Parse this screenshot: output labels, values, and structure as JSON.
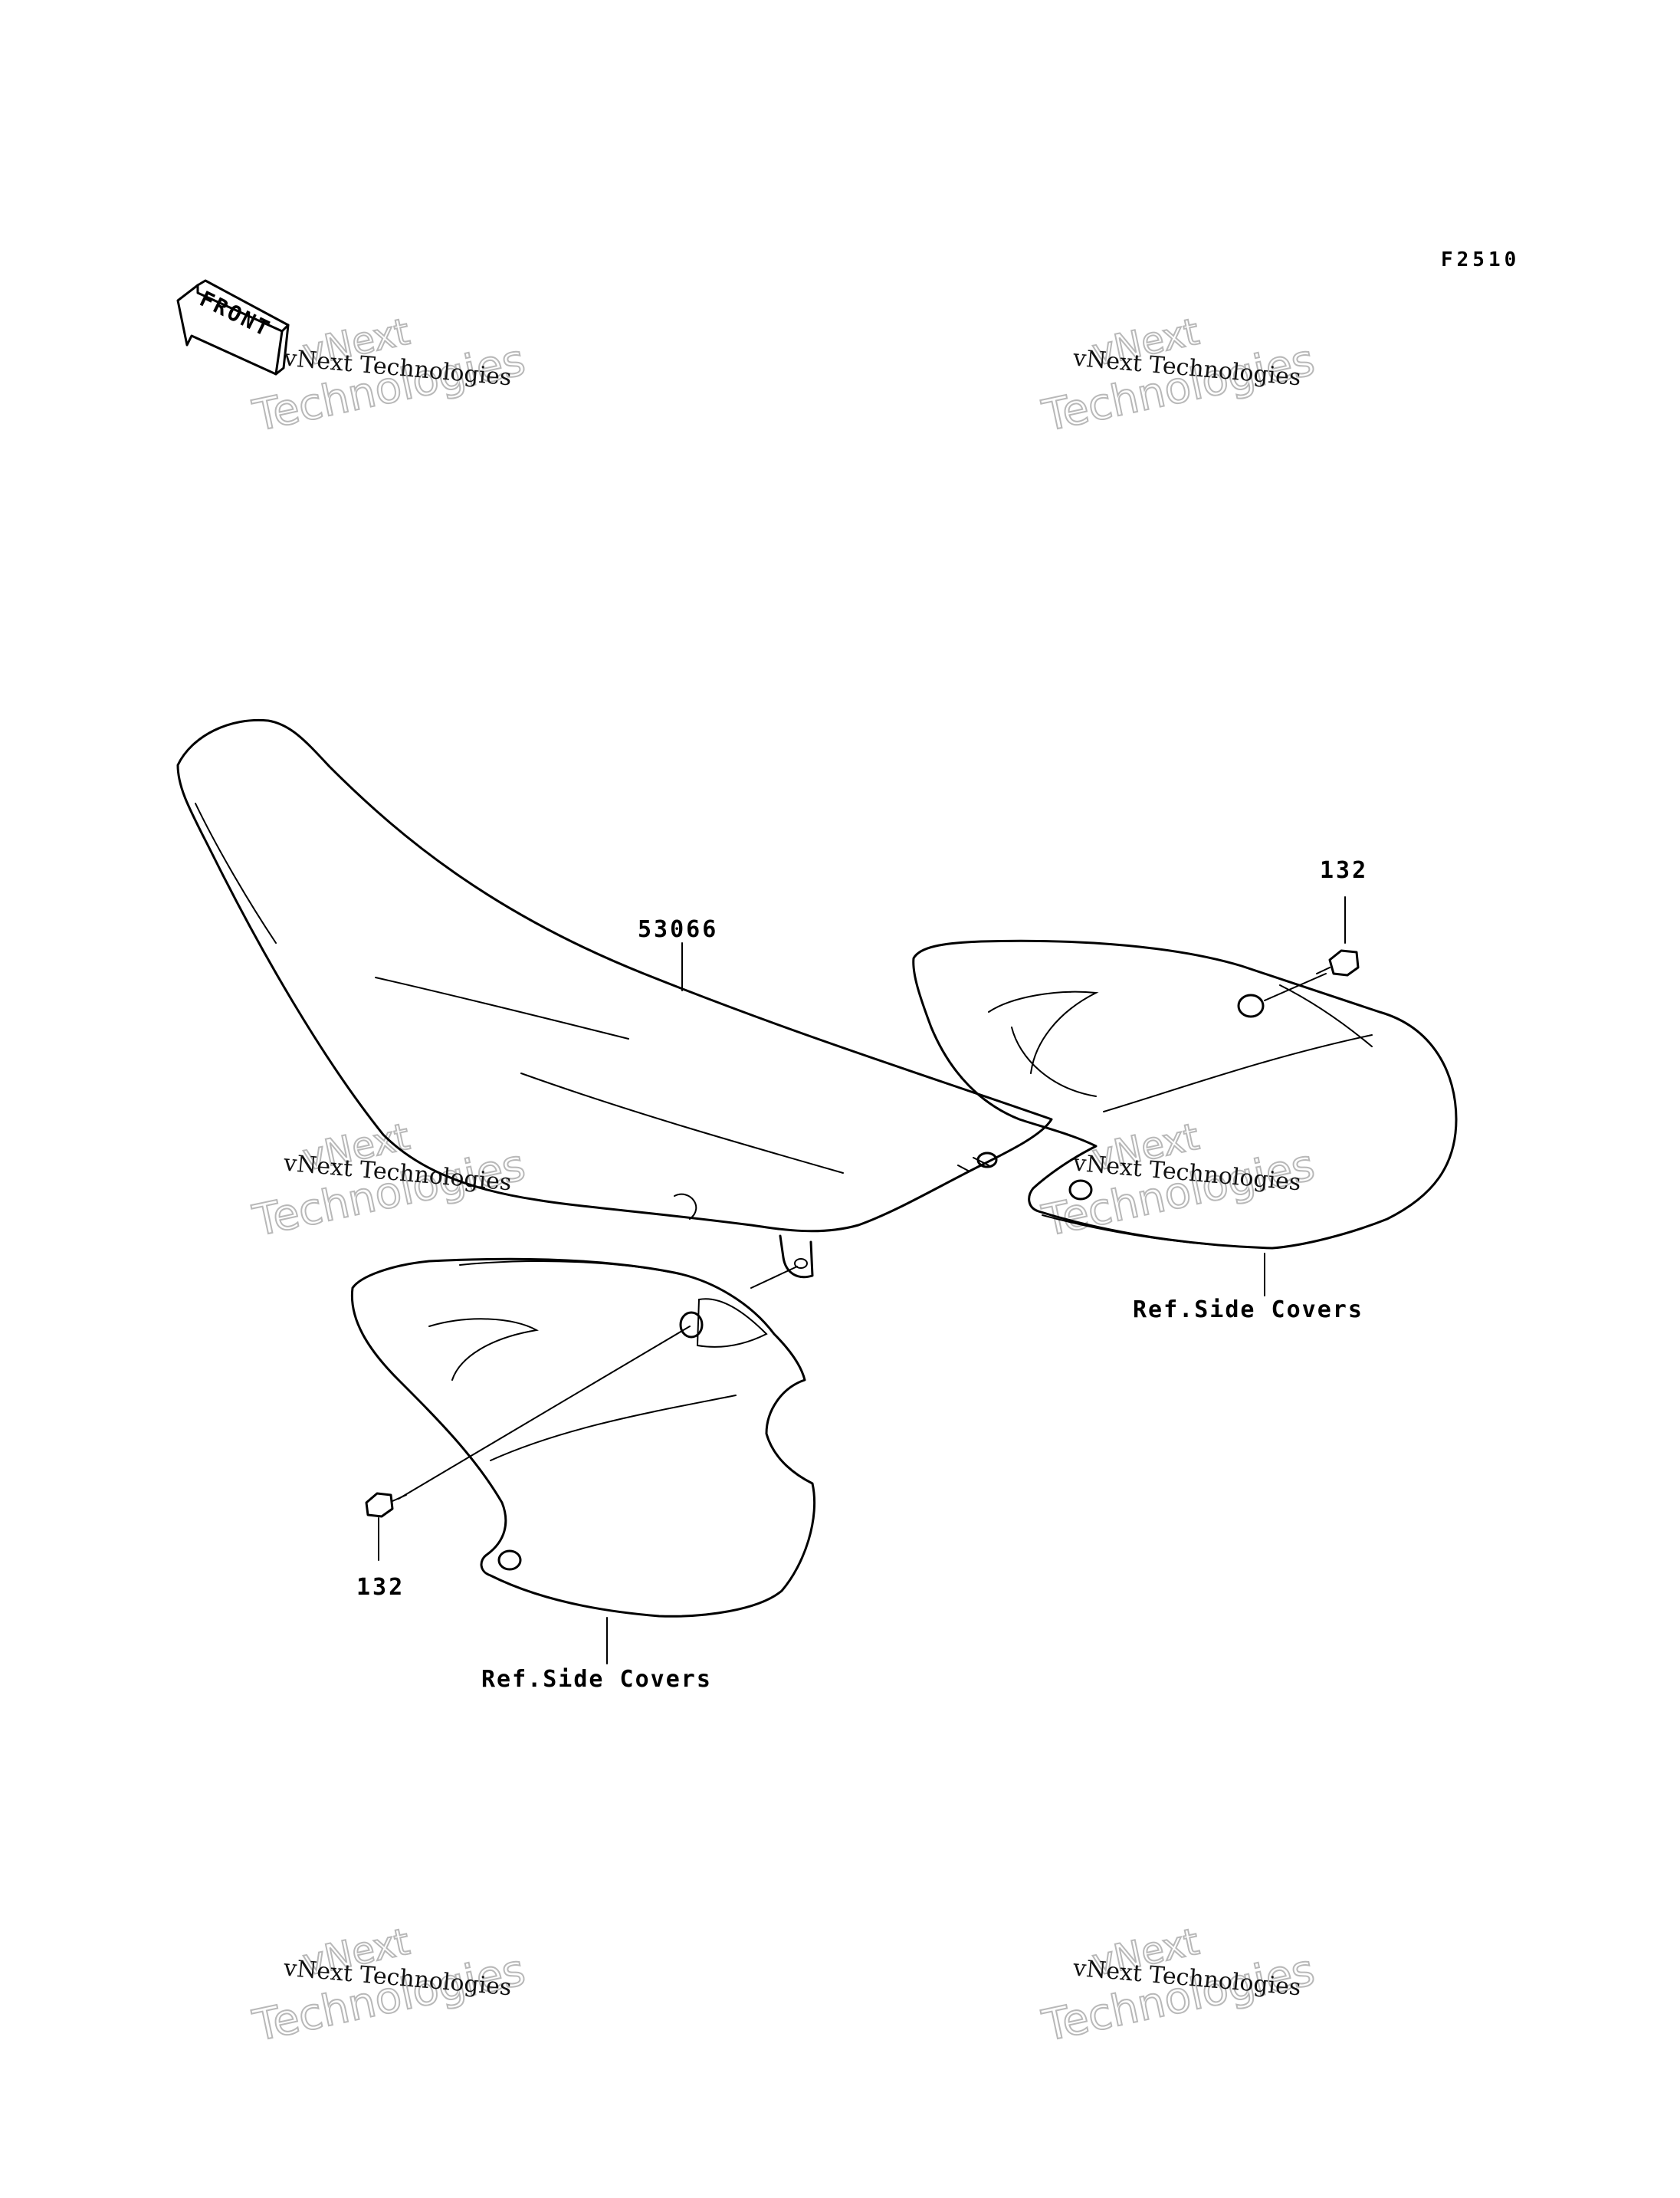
{
  "figure_code": "F2510",
  "front_arrow": {
    "label": "FRONT"
  },
  "callouts": {
    "seat": "53066",
    "bolt_right": "132",
    "bolt_left": "132",
    "cover_right": "Ref.Side Covers",
    "cover_left": "Ref.Side Covers"
  },
  "watermark": {
    "line1": "vNext Technologies",
    "line2a": "vNext",
    "line2b": "Technologies"
  },
  "colors": {
    "line": "#000000",
    "watermark": "#b8b8b8",
    "background": "#ffffff"
  }
}
